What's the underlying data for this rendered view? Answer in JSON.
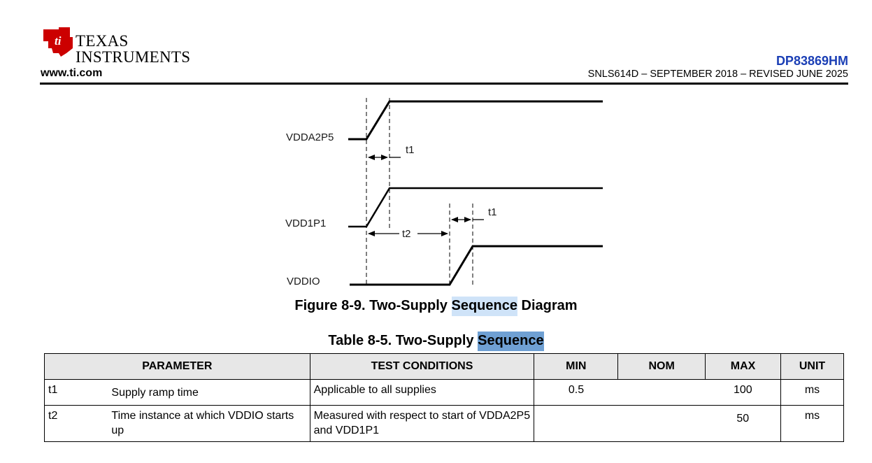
{
  "header": {
    "brand_line1": "TEXAS",
    "brand_line2": "INSTRUMENTS",
    "url": "www.ti.com",
    "part_number": "DP83869HM",
    "doc_info": "SNLS614D – SEPTEMBER 2018 – REVISED JUNE 2025",
    "logo_icon": "ti-logo-icon",
    "brand_color": "#cc0000",
    "title_color": "#1b3fb5"
  },
  "diagram": {
    "signals": [
      "VDDA2P5",
      "VDD1P1",
      "VDDIO"
    ],
    "timing_labels": {
      "t1_first": "t1",
      "t1_second": "t1",
      "t2": "t2"
    }
  },
  "figure": {
    "caption_prefix": "Figure 8-9. Two-Supply ",
    "caption_highlight": "Sequence",
    "caption_suffix": " Diagram"
  },
  "table": {
    "caption_prefix": "Table 8-5. Two-Supply ",
    "caption_highlight": "Sequence",
    "headers": {
      "parameter": "PARAMETER",
      "test_conditions": "TEST CONDITIONS",
      "min": "MIN",
      "nom": "NOM",
      "max": "MAX",
      "unit": "UNIT"
    },
    "rows": [
      {
        "symbol": "t1",
        "parameter": "Supply ramp time",
        "conditions": "Applicable to all supplies",
        "min": "0.5",
        "nom": "",
        "max": "100",
        "unit": "ms"
      },
      {
        "symbol": "t2",
        "parameter": "Time instance at which VDDIO starts up",
        "conditions": "Measured with respect to start of VDDA2P5 and VDD1P1",
        "min": "",
        "nom": "",
        "max": "50",
        "unit": "ms"
      }
    ]
  },
  "colors": {
    "highlight_light": "#cfe3f8",
    "highlight_dark": "#6fa0d3",
    "header_bg": "#e7e7e7"
  }
}
